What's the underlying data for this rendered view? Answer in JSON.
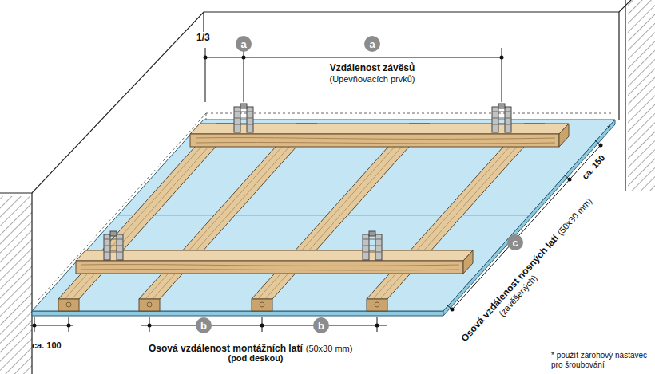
{
  "diagram": {
    "nodes": [
      {
        "text": [
          "a"
        ]
      },
      {
        "text": [
          "a"
        ]
      },
      {
        "text": [
          "b"
        ]
      },
      {
        "text": [
          "b"
        ]
      },
      {
        "text": [
          "c"
        ]
      }
    ],
    "labels": [
      "1/3",
      "Vzdálenost závěsů",
      "(Upevňovacích prvků)",
      "ca. 150",
      "*",
      "Osová vzdálenost nosných latí",
      "(50x30 mm)",
      "(zavěšených)",
      "ca. 100",
      "Osová vzdálenost montážních latí",
      "(50x30 mm)",
      "(pod deskou)",
      "* použít zárohový nástavec pro šroubování"
    ]
  }
}
